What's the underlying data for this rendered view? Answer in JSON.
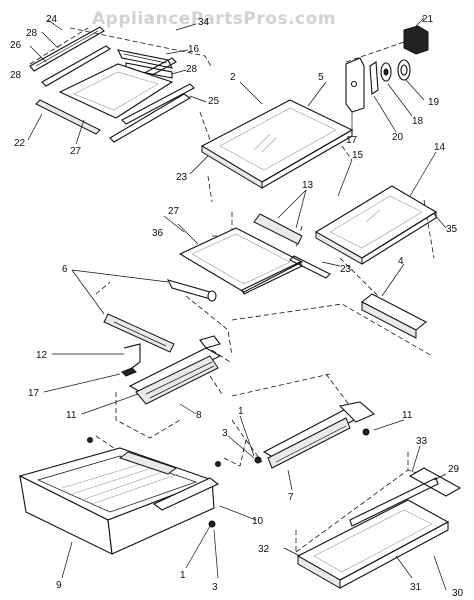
{
  "watermark": "AppliancePartsPros.com",
  "part_labels": {
    "p1a": "1",
    "p1b": "1",
    "p2": "2",
    "p3a": "3",
    "p3b": "3",
    "p4": "4",
    "p5": "5",
    "p6": "6",
    "p7": "7",
    "p8": "8",
    "p9": "9",
    "p10": "10",
    "p11a": "11",
    "p11b": "11",
    "p12": "12",
    "p13": "13",
    "p14": "14",
    "p15": "15",
    "p16": "16",
    "p17a": "17",
    "p17b": "17",
    "p18": "18",
    "p19": "19",
    "p20": "20",
    "p21": "21",
    "p22": "22",
    "p23a": "23",
    "p23b": "23",
    "p24": "24",
    "p25": "25",
    "p26": "26",
    "p27a": "27",
    "p27b": "27",
    "p28a": "28",
    "p28b": "28",
    "p28c": "28",
    "p29": "29",
    "p30": "30",
    "p31": "31",
    "p32": "32",
    "p33": "33",
    "p34": "34",
    "p35": "35",
    "p36": "36"
  }
}
